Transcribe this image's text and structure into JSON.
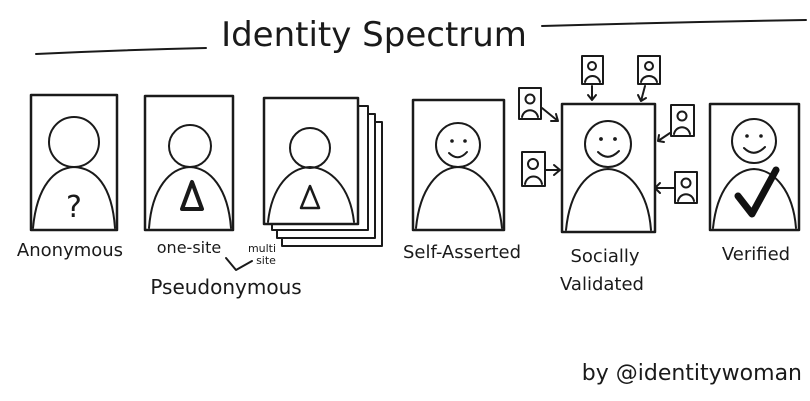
{
  "title": "Identity Spectrum",
  "labels": {
    "anonymous": "Anonymous",
    "one_site": "one-site",
    "multi": "multi",
    "site": "site",
    "pseudonymous": "Pseudonymous",
    "self_asserted": "Self-Asserted",
    "socially": "Socially",
    "validated": "Validated",
    "verified": "Verified"
  },
  "marks": {
    "question": "?"
  },
  "credit": "by @identitywoman",
  "colors": {
    "ink": "#1a1a1a",
    "paper": "#ffffff"
  },
  "icons": {
    "anonymous": "question-mark-icon",
    "pseudonymous": "triangle-icon",
    "verified": "checkmark-icon",
    "social": "small-portrait-icon"
  }
}
